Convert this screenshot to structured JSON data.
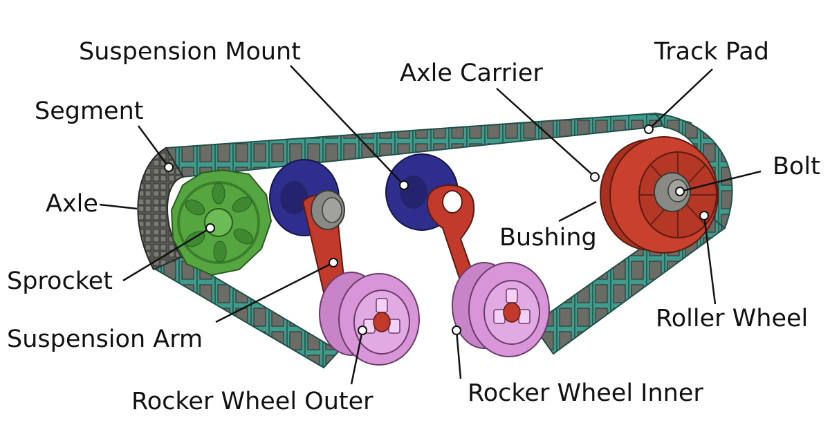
{
  "labels": {
    "suspension_mount": "Suspension Mount",
    "axle_carrier": "Axle Carrier",
    "track_pad": "Track Pad",
    "segment": "Segment",
    "bolt": "Bolt",
    "axle": "Axle",
    "bushing": "Bushing",
    "sprocket": "Sprocket",
    "roller_wheel": "Roller Wheel",
    "suspension_arm": "Suspension Arm",
    "rocker_wheel_outer": "Rocker Wheel Outer",
    "rocker_wheel_inner": "Rocker Wheel Inner"
  },
  "colors": {
    "track_link": "#3f9b8c",
    "track_pad": "#6c6c66",
    "sprocket": "#55a640",
    "roller_wheel": "#c9402c",
    "mount": "#2e2e8c",
    "arm": "#c23a2c",
    "rocker_wheel": "#d896d8",
    "bolt": "#8a8a84"
  }
}
